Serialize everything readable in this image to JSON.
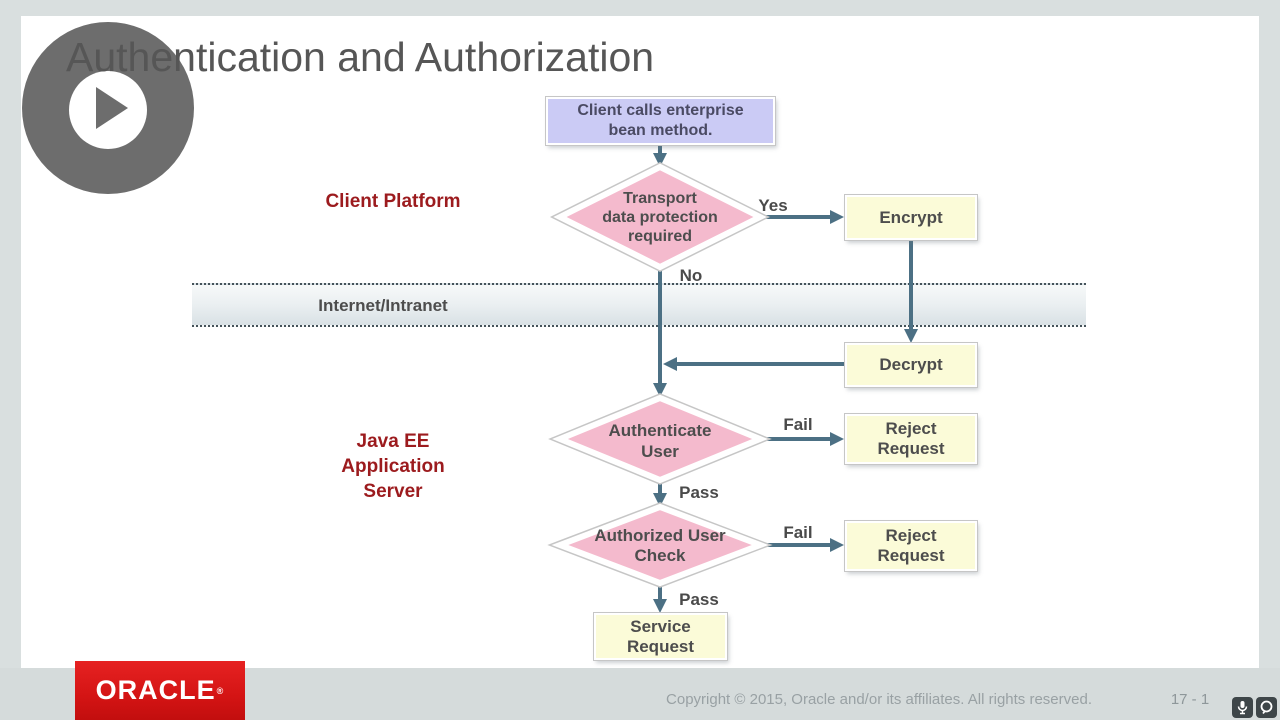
{
  "slide": {
    "title": "Authentication and Authorization",
    "page_number": "17 - 1",
    "copyright": "Copyright © 2015, Oracle and/or its affiliates. All rights reserved.",
    "logo_text": "ORACLE",
    "logo_mark": "®"
  },
  "labels": {
    "client_platform": "Client Platform",
    "java_ee": {
      "lines": [
        "Java EE",
        "Application",
        "Server"
      ]
    },
    "internet_band": "Internet/Intranet"
  },
  "flowchart": {
    "client_call": {
      "lines": [
        "Client calls enterprise",
        "bean method."
      ]
    },
    "transport_decision": {
      "lines": [
        "Transport",
        "data protection",
        "required"
      ]
    },
    "encrypt": "Encrypt",
    "decrypt": "Decrypt",
    "authenticate_decision": {
      "lines": [
        "Authenticate",
        "User"
      ]
    },
    "reject_request_1": {
      "lines": [
        "Reject",
        "Request"
      ]
    },
    "authorized_decision": {
      "lines": [
        "Authorized User",
        "Check"
      ]
    },
    "reject_request_2": {
      "lines": [
        "Reject",
        "Request"
      ]
    },
    "service_request": {
      "lines": [
        "Service",
        "Request"
      ]
    },
    "edge_labels": {
      "yes": "Yes",
      "no": "No",
      "fail1": "Fail",
      "pass1": "Pass",
      "fail2": "Fail",
      "pass2": "Pass"
    }
  },
  "icons": {
    "play": "play-icon",
    "microphone": "microphone-icon",
    "webcam": "webcam-icon"
  },
  "colors": {
    "diamond_pink": "#f4bacd",
    "box_yellow": "#fbfbd8",
    "box_lavender": "#cbcbf5",
    "arrow_slate": "#4c7084",
    "heading_red": "#9c1b1e",
    "oracle_red": "#d41414",
    "title_gray": "#565656",
    "band_border": "#45535a",
    "footer_gray": "#d5dbdb"
  }
}
